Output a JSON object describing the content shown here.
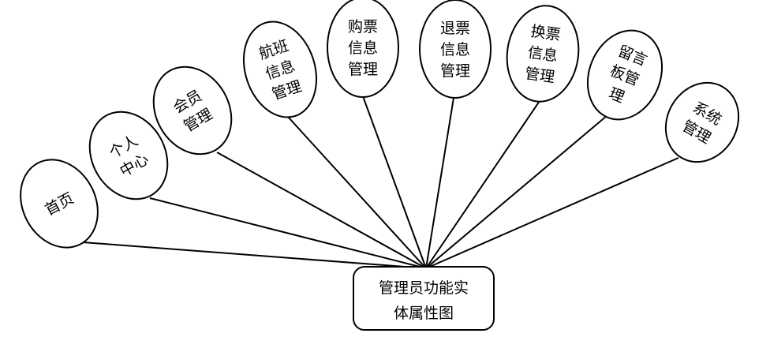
{
  "center": {
    "lines": [
      "管理员功能实",
      "体属性图"
    ]
  },
  "attributes": [
    {
      "lines": [
        "首页"
      ]
    },
    {
      "lines": [
        "个人",
        "中心"
      ]
    },
    {
      "lines": [
        "会员",
        "管理"
      ]
    },
    {
      "lines": [
        "航班",
        "信息",
        "管理"
      ]
    },
    {
      "lines": [
        "购票",
        "信息",
        "管理"
      ]
    },
    {
      "lines": [
        "退票",
        "信息",
        "管理"
      ]
    },
    {
      "lines": [
        "换票",
        "信息",
        "管理"
      ]
    },
    {
      "lines": [
        "留言",
        "板管",
        "理"
      ]
    },
    {
      "lines": [
        "系统",
        "管理"
      ]
    }
  ]
}
